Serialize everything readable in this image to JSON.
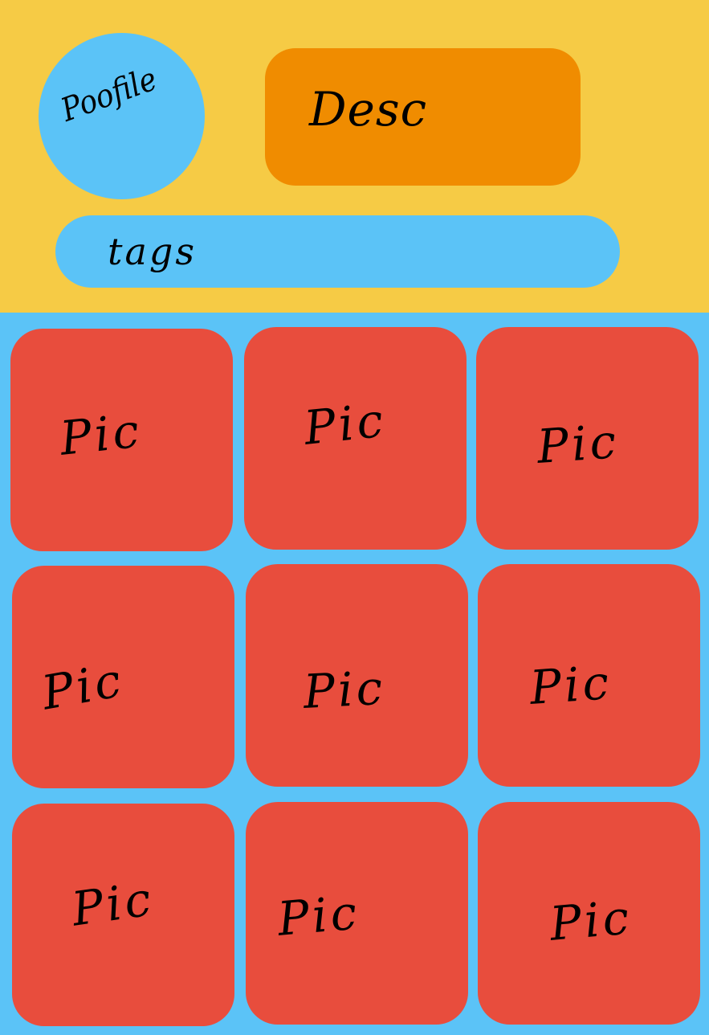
{
  "header": {
    "profile_label": "Poofile",
    "desc_label": "Desc",
    "tags_label": "tags"
  },
  "gallery": {
    "pics": [
      "Pic",
      "Pic",
      "Pic",
      "Pic",
      "Pic",
      "Pic",
      "Pic",
      "Pic",
      "Pic"
    ]
  },
  "colors": {
    "header_background": "#f6cb45",
    "gallery_background": "#5bc3f7",
    "profile_circle": "#5bc3f7",
    "desc_box": "#f08c00",
    "tags_bar": "#5bc3f7",
    "pic_tile": "#e84d3d"
  }
}
